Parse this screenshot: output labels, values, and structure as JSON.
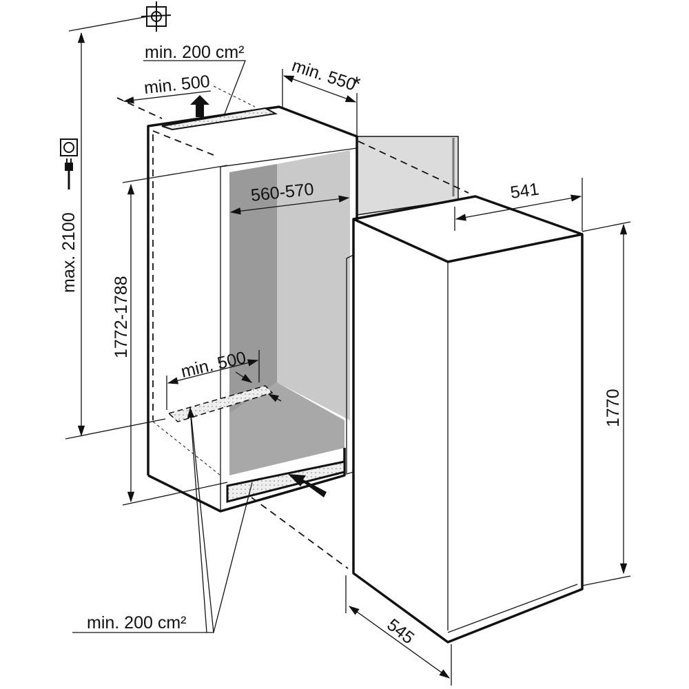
{
  "labels": {
    "top_vent_area": "min. 200 cm²",
    "top_clearance": "min. 500",
    "depth_niche": "min. 550",
    "depth_note_mark": "*",
    "niche_width": "560-570",
    "appliance_width": "541",
    "niche_height": "1772-1788",
    "max_height": "max. 2100",
    "appliance_height": "1770",
    "appliance_depth": "545",
    "bottom_clearance": "min. 500",
    "bottom_vent_area": "min. 200 cm²"
  },
  "icons": [
    "water-connection-symbol-icon",
    "socket-icon",
    "plug-icon"
  ],
  "colors": {
    "line": "#111111",
    "interior_dark": "#9a9a9a",
    "interior_light": "#c9c9c9",
    "door_panel": "#dcdcdc",
    "vent": "#e8e8e8"
  }
}
